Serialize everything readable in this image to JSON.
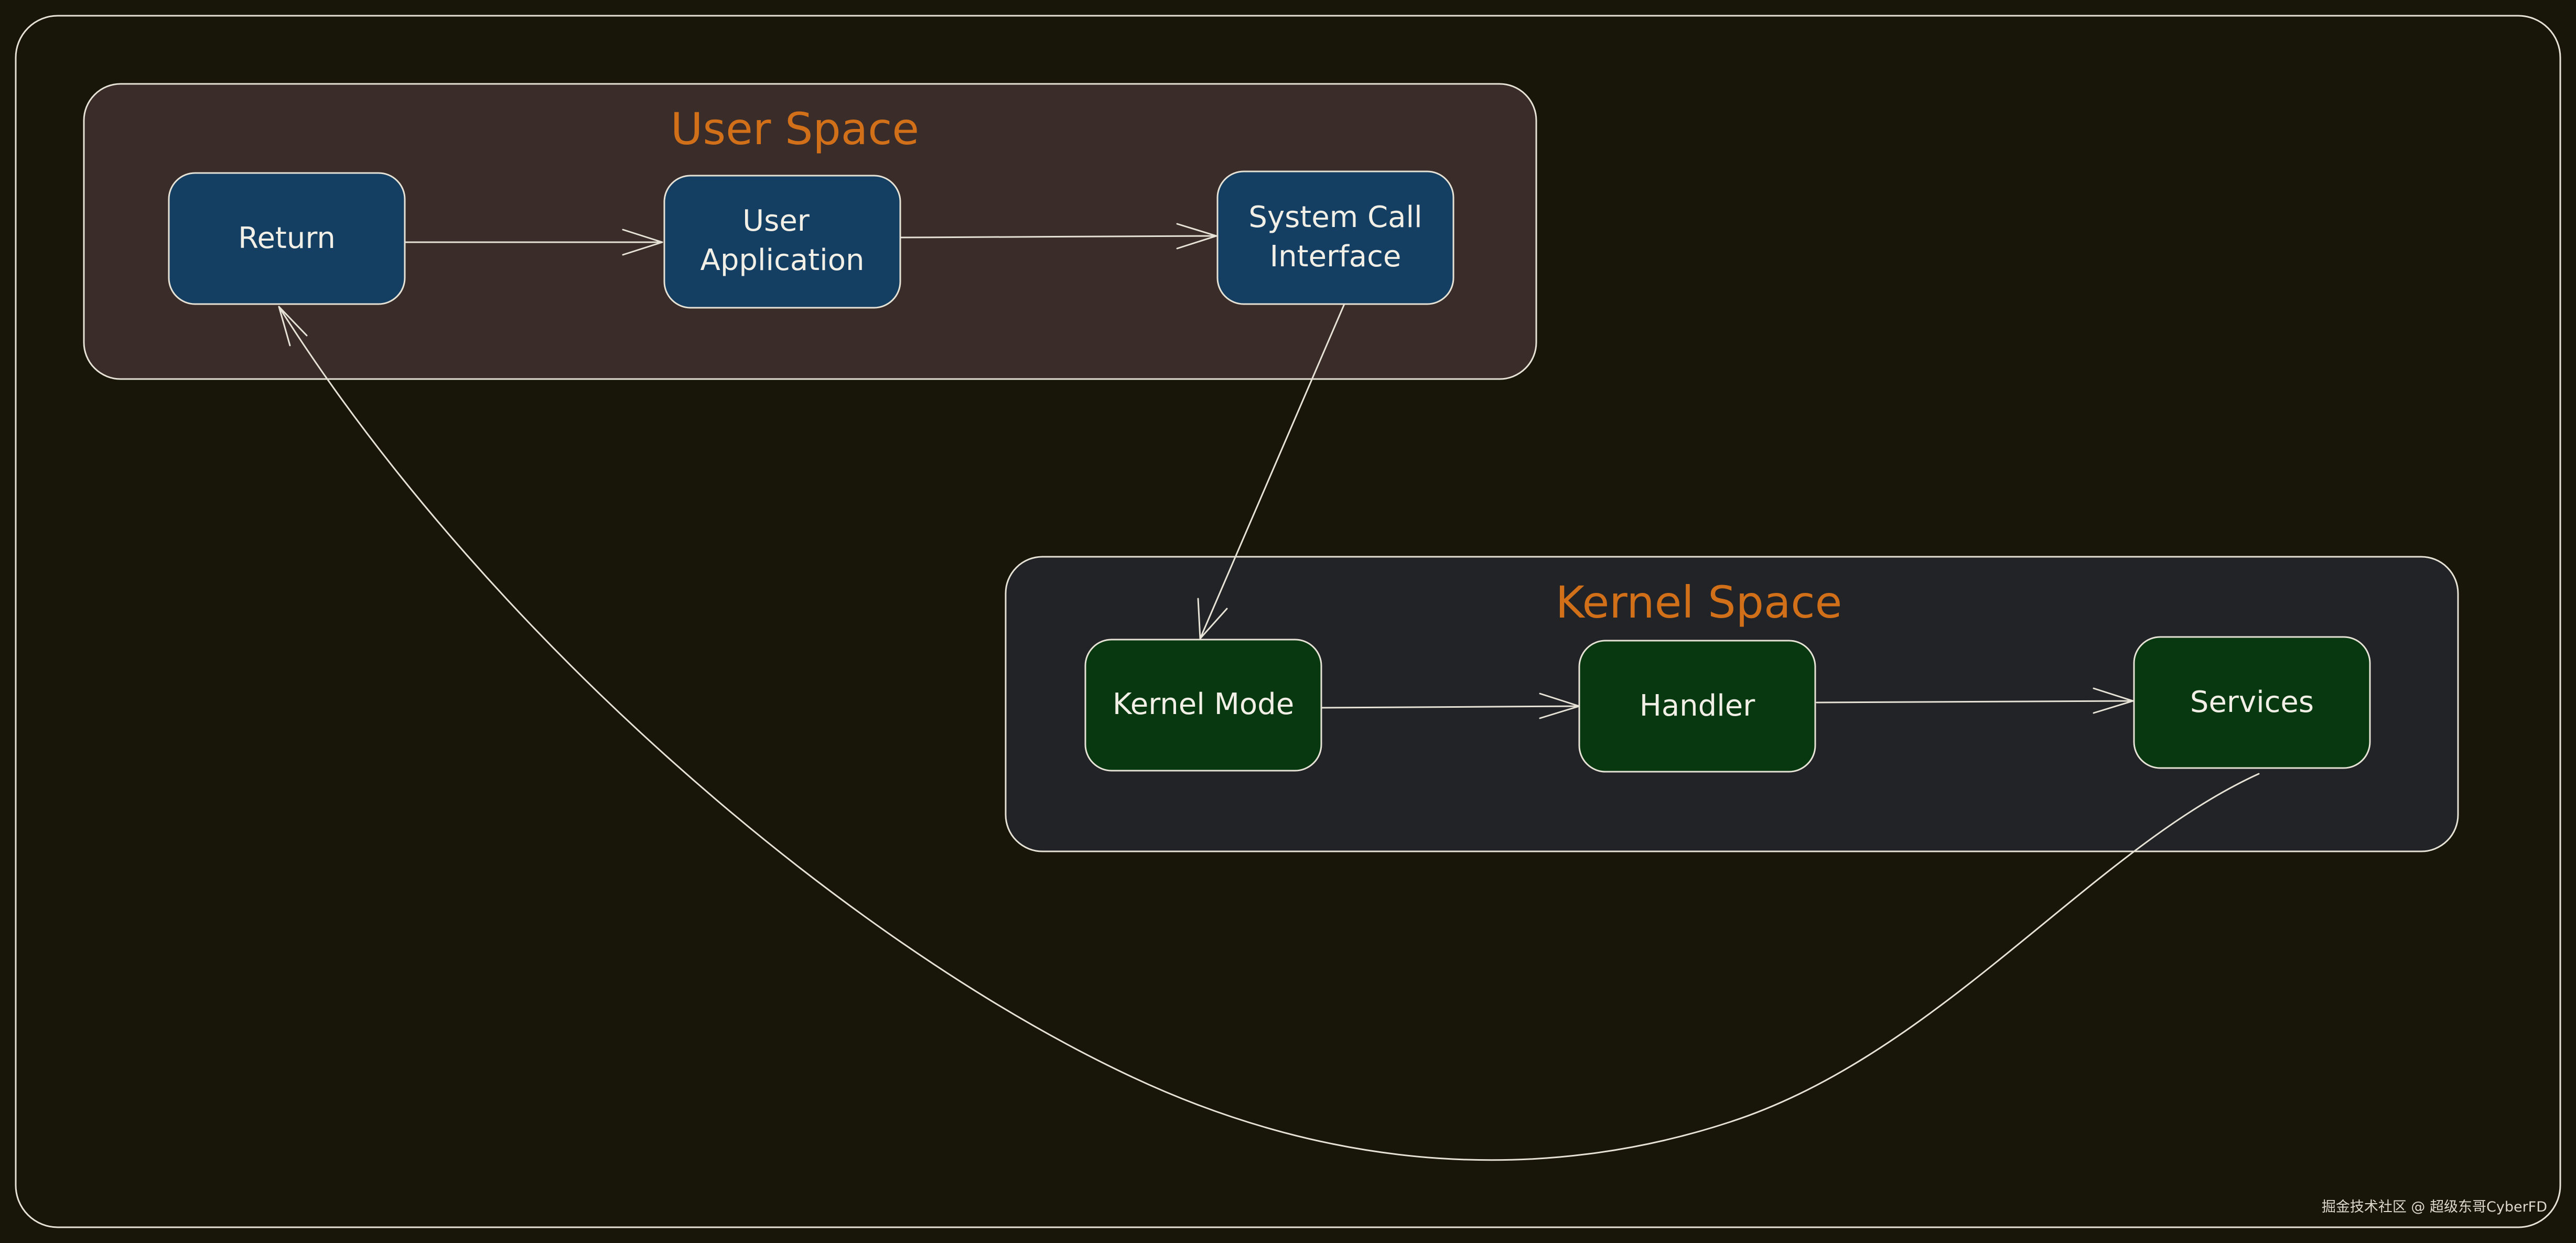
{
  "diagram": {
    "groups": {
      "user_space": {
        "title": "User Space"
      },
      "kernel_space": {
        "title": "Kernel Space"
      }
    },
    "nodes": {
      "return": {
        "lines": [
          "Return"
        ]
      },
      "user_application": {
        "lines": [
          "User",
          "Application"
        ]
      },
      "system_call_interface": {
        "lines": [
          "System Call",
          "Interface"
        ]
      },
      "kernel_mode": {
        "lines": [
          "Kernel Mode"
        ]
      },
      "handler": {
        "lines": [
          "Handler"
        ]
      },
      "services": {
        "lines": [
          "Services"
        ]
      }
    },
    "edges": [
      {
        "from": "return",
        "to": "user_application"
      },
      {
        "from": "user_application",
        "to": "system_call_interface"
      },
      {
        "from": "system_call_interface",
        "to": "kernel_mode"
      },
      {
        "from": "kernel_mode",
        "to": "handler"
      },
      {
        "from": "handler",
        "to": "services"
      },
      {
        "from": "services",
        "to": "return"
      }
    ],
    "watermark": "掘金技术社区 @ 超级东哥CyberFD"
  },
  "colors": {
    "background": "#181608",
    "stroke": "#e6e2d6",
    "user_group_fill": "#3a2c28",
    "kernel_group_fill": "#222326",
    "user_node_fill": "#143f62",
    "kernel_node_fill": "#07380f",
    "group_title": "#d2701a",
    "node_text": "#f2efe6"
  }
}
